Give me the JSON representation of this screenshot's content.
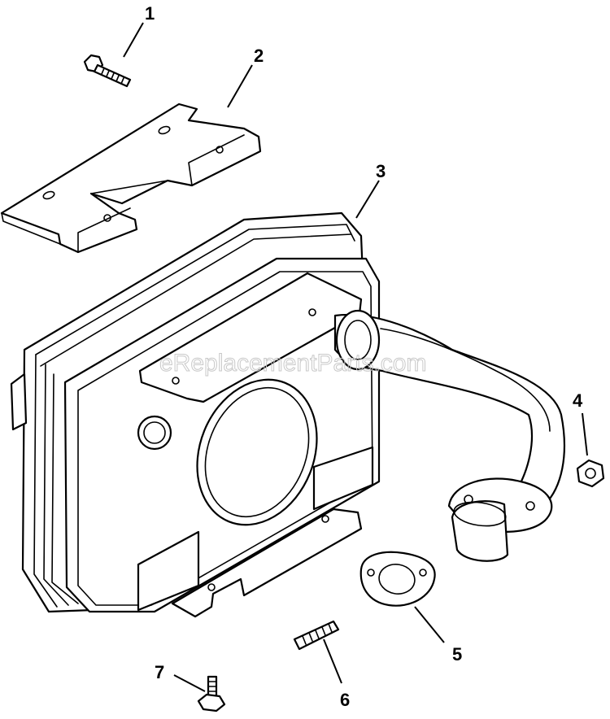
{
  "watermark": "eReplacementParts.com",
  "callouts": {
    "c1": "1",
    "c2": "2",
    "c3": "3",
    "c4": "4",
    "c5": "5",
    "c6": "6",
    "c7": "7"
  },
  "parts": [
    {
      "callout": "1",
      "icon": "bolt-icon"
    },
    {
      "callout": "2",
      "icon": "bracket-icon"
    },
    {
      "callout": "3",
      "icon": "muffler-icon"
    },
    {
      "callout": "4",
      "icon": "nut-icon"
    },
    {
      "callout": "5",
      "icon": "gasket-icon"
    },
    {
      "callout": "6",
      "icon": "stud-icon"
    },
    {
      "callout": "7",
      "icon": "screw-icon"
    }
  ]
}
